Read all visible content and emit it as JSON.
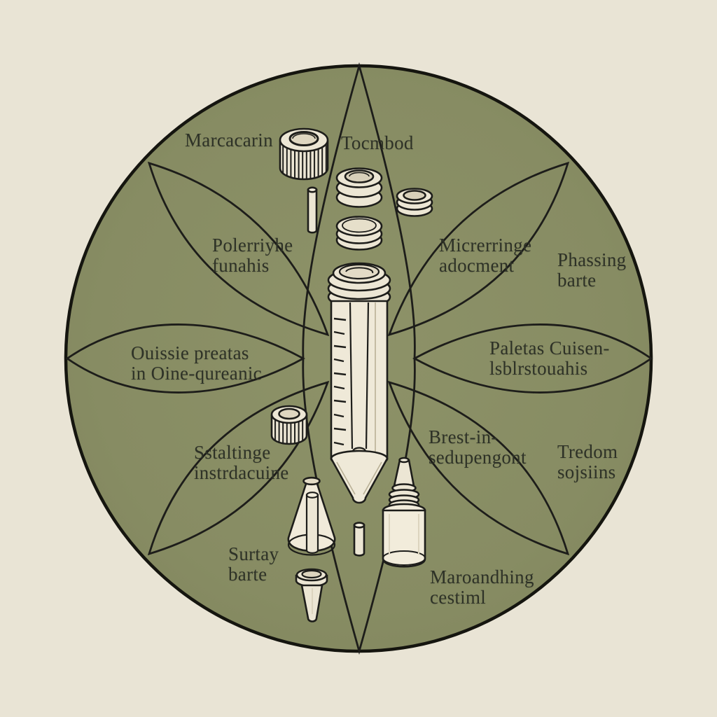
{
  "colors": {
    "background": "#e9e4d5",
    "circle_green": "#888d64",
    "circle_green_edge": "#82875e",
    "outline_dark": "#1d1d1a",
    "equipment_cream": "#ece6d4",
    "equipment_cream_light": "#f3eedd",
    "equipment_shade": "#dcd4be",
    "text": "#2e3227"
  },
  "labels": [
    {
      "id": "marcacarin",
      "lines": [
        "Marcacarin"
      ]
    },
    {
      "id": "tocmbod",
      "lines": [
        "Tocmbod"
      ]
    },
    {
      "id": "polerriyhe",
      "lines": [
        "Polerriyhe",
        "funahis"
      ]
    },
    {
      "id": "micrerringe",
      "lines": [
        "Micrerringe",
        "adocment"
      ]
    },
    {
      "id": "phassing",
      "lines": [
        "Phassing",
        "barte"
      ]
    },
    {
      "id": "ouissie",
      "lines": [
        "Ouissie preatas",
        "in Oine-qureanic"
      ]
    },
    {
      "id": "paletas",
      "lines": [
        "Paletas Cuisen-",
        "lsblrstouahis"
      ]
    },
    {
      "id": "sstaltinge",
      "lines": [
        "Sstaltinge",
        "instrdacuine"
      ]
    },
    {
      "id": "brest",
      "lines": [
        "Brest-in-",
        "sedupengont"
      ]
    },
    {
      "id": "tredom",
      "lines": [
        "Tredom",
        "sojsiins"
      ]
    },
    {
      "id": "surtay",
      "lines": [
        "Surtay",
        "barte"
      ]
    },
    {
      "id": "maroandhing",
      "lines": [
        "Maroandhing",
        "cestiml"
      ]
    }
  ],
  "equipment_icons": [
    "ribbed-screw-cap-large-icon",
    "small-rod-icon",
    "screw-ring-stack-icon",
    "screw-ring-stack-small-icon",
    "cap-liner-disc-stack-icon",
    "centrifuge-tube-icon",
    "ribbed-screw-cap-small-icon",
    "funnel-cone-icon",
    "small-rod-lower-icon",
    "dropper-bottle-icon",
    "pipette-tip-icon"
  ]
}
